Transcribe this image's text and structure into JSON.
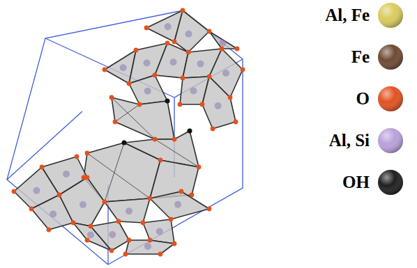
{
  "diagram": {
    "legend": [
      {
        "text": "Al, Fe",
        "color": "#d9cc5c"
      },
      {
        "text": "Fe",
        "color": "#6e4a33"
      },
      {
        "text": "O",
        "color": "#e2521f"
      },
      {
        "text": "Al, Si",
        "color": "#b9a1dc"
      },
      {
        "text": "OH",
        "color": "#1e1e1e"
      }
    ]
  }
}
